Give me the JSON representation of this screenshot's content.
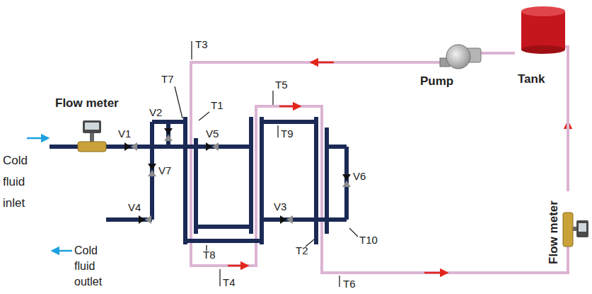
{
  "diagram": {
    "nodes": [
      {
        "text": [
          "Flow meter"
        ]
      },
      {
        "text": [
          "Pump"
        ]
      },
      {
        "text": [
          "Tank"
        ]
      },
      {
        "text": [
          "Flow meter"
        ]
      }
    ],
    "edges": [
      {
        "from": 2,
        "to": 1,
        "arrow": "none"
      },
      {
        "from": 3,
        "to": 2,
        "arrow": "none"
      }
    ],
    "labels": [
      "Cold fluid inlet",
      "Cold fluid outlet",
      "V1",
      "V2",
      "V7",
      "V5",
      "V4",
      "V3",
      "V6",
      "T3",
      "T7",
      "T1",
      "T5",
      "T9",
      "T8",
      "T4",
      "T2",
      "T6",
      "T10"
    ]
  }
}
